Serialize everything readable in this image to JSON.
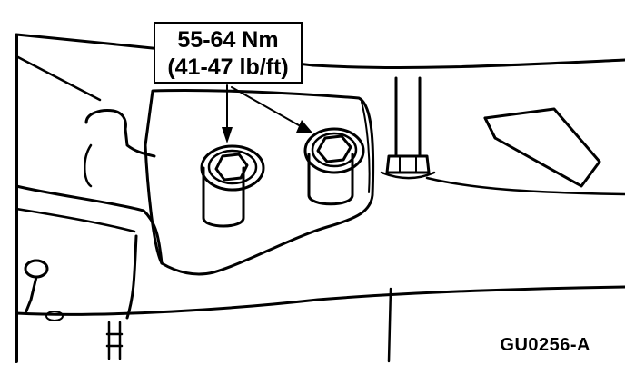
{
  "callout": {
    "torque_nm": "55-64 Nm",
    "torque_lbft": "(41-47 lb/ft)"
  },
  "figure": {
    "id": "GU0256-A"
  }
}
